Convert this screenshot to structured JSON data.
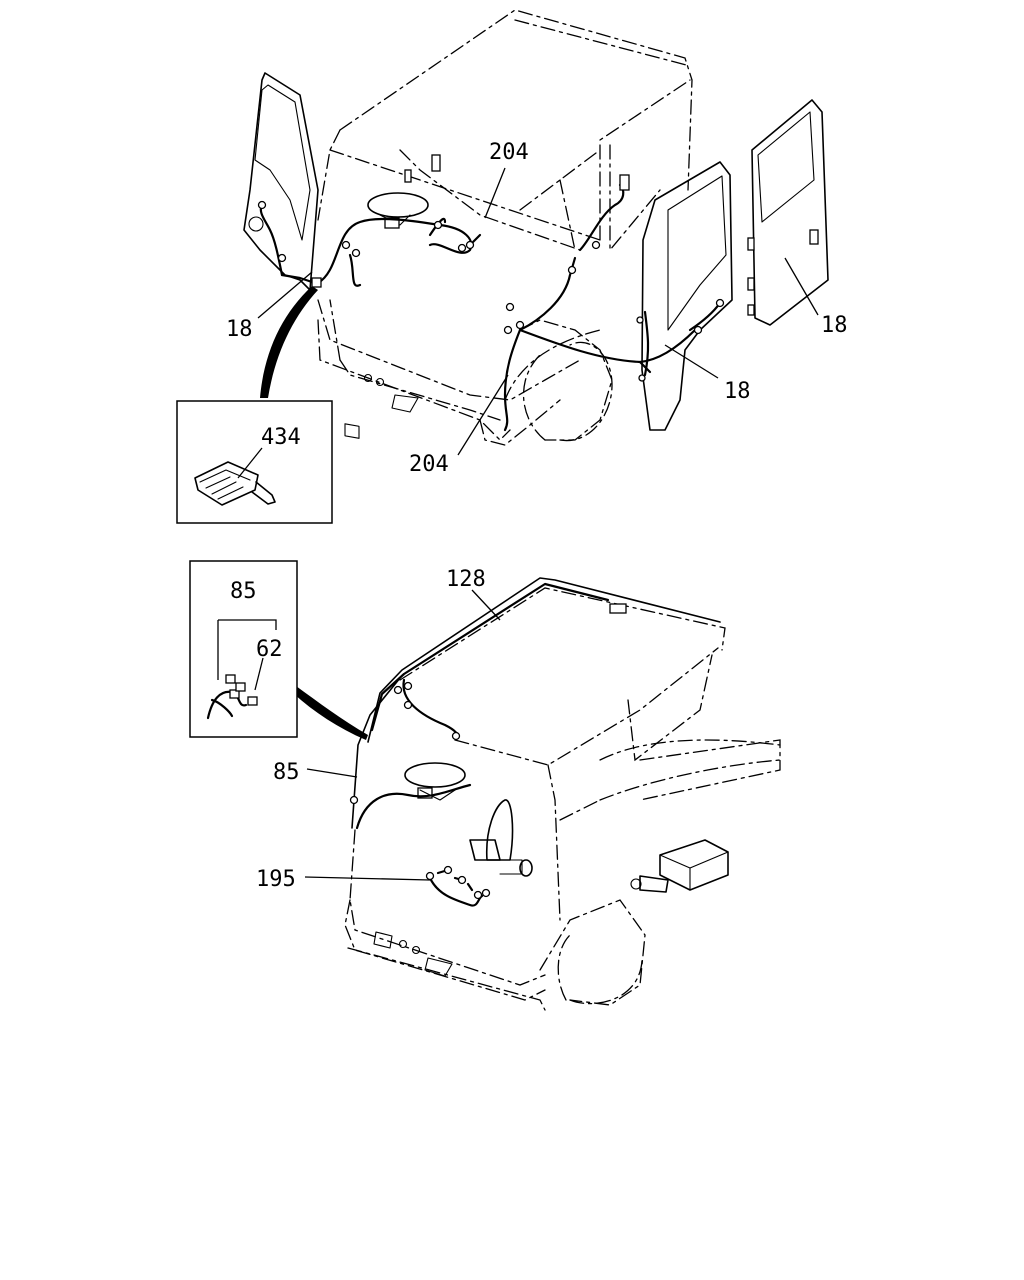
{
  "labels": {
    "top_harness_204_a": "204",
    "top_harness_204_b": "204",
    "top_door_18_left": "18",
    "top_door_18_mid": "18",
    "top_door_18_right": "18",
    "top_connector_434": "434",
    "bottom_harness_128": "128",
    "bottom_harness_85_inset": "85",
    "bottom_connector_62": "62",
    "bottom_harness_85_side": "85",
    "bottom_harness_195": "195"
  }
}
